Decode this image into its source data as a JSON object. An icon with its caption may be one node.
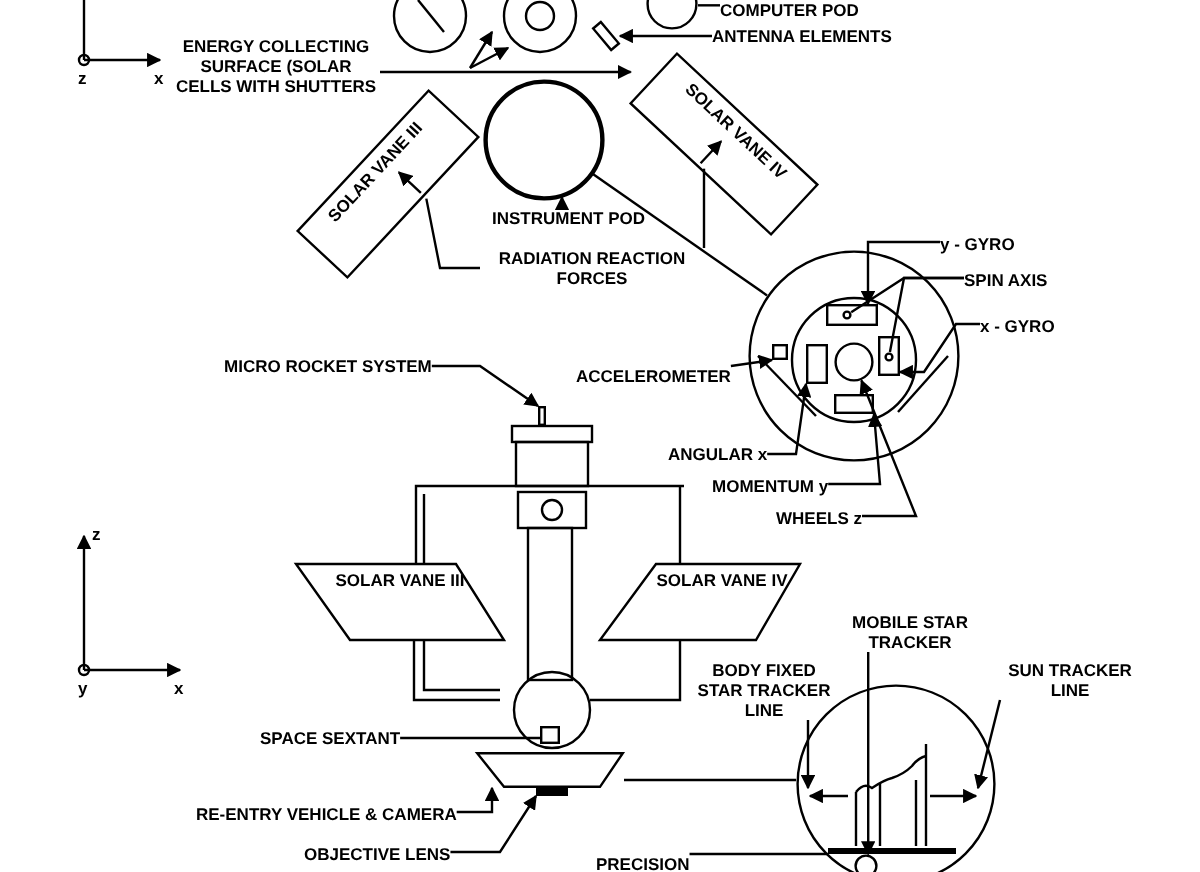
{
  "diagram": {
    "nodes": [
      {
        "text": [
          "COMPUTER POD"
        ]
      },
      {
        "text": [],
        "shape": "circle"
      },
      {
        "text": [
          "ANTENNA ELEMENTS"
        ]
      },
      {
        "text": [],
        "shape": "bar"
      },
      {
        "text": [
          "ENERGY COLLECTING SURFACE (SOLAR CELLS WITH SHUTTERS"
        ]
      },
      {
        "text": [
          "SOLAR VANE III"
        ]
      },
      {
        "text": [],
        "shape": "arrow",
        "in": 5
      },
      {
        "text": [
          "SOLAR VANE IV"
        ]
      },
      {
        "text": [],
        "shape": "arrow",
        "in": 7
      },
      {
        "text": [
          "INSTRUMENT POD"
        ]
      },
      {
        "text": [],
        "shape": "circle"
      },
      {
        "text": [
          "RADIATION REACTION FORCES"
        ]
      },
      {
        "text": [
          "y - GYRO"
        ]
      },
      {
        "text": [
          "SPIN AXIS"
        ]
      },
      {
        "text": [
          "x - GYRO"
        ]
      },
      {
        "text": [],
        "shape": "circle"
      },
      {
        "text": [],
        "shape": "box",
        "in": 15
      },
      {
        "text": [],
        "shape": "circle",
        "in": 16
      },
      {
        "text": [],
        "shape": "box",
        "in": 15
      },
      {
        "text": [],
        "shape": "circle",
        "in": 18
      },
      {
        "text": [
          "ACCELEROMETER"
        ]
      },
      {
        "text": [],
        "shape": "box",
        "in": 15
      },
      {
        "text": [
          "ANGULAR x"
        ]
      },
      {
        "text": [
          "MOMENTUM y"
        ]
      },
      {
        "text": [
          "WHEELS z"
        ]
      },
      {
        "text": [],
        "shape": "box",
        "in": 15
      },
      {
        "text": [],
        "shape": "box",
        "in": 15
      },
      {
        "text": [],
        "shape": "circle",
        "in": 15
      },
      {
        "text": [
          "MICRO ROCKET SYSTEM"
        ]
      },
      {
        "text": [],
        "shape": "box"
      },
      {
        "text": [
          "SOLAR VANE III"
        ]
      },
      {
        "text": [
          "SOLAR VANE IV"
        ]
      },
      {
        "text": [
          "SPACE SEXTANT"
        ]
      },
      {
        "text": [],
        "shape": "box"
      },
      {
        "text": [
          "RE-ENTRY VEHICLE & CAMERA"
        ]
      },
      {
        "text": [],
        "shape": "trapezoid"
      },
      {
        "text": [
          "OBJECTIVE LENS"
        ]
      },
      {
        "text": [],
        "shape": "bar"
      },
      {
        "text": [
          "BODY FIXED STAR TRACKER LINE"
        ]
      },
      {
        "text": [
          "MOBILE STAR TRACKER"
        ]
      },
      {
        "text": [
          "SUN TRACKER LINE"
        ]
      },
      {
        "text": [],
        "shape": "circle"
      },
      {
        "text": [],
        "shape": "arrow",
        "in": 41
      },
      {
        "text": [],
        "shape": "arrow",
        "in": 41
      },
      {
        "text": [],
        "shape": "circle",
        "in": 41
      },
      {
        "text": [
          "PRECISION"
        ]
      },
      {
        "text": [],
        "shape": "bar",
        "in": 41
      }
    ],
    "edges": [
      {
        "from": 0,
        "to": 1,
        "arrow": "none"
      },
      {
        "from": 2,
        "to": 3,
        "arrow": "to"
      },
      {
        "from": 4,
        "to": 7,
        "arrow": "to"
      },
      {
        "from": 9,
        "to": 10,
        "arrow": "to"
      },
      {
        "from": 11,
        "to": 6,
        "arrow": "none"
      },
      {
        "from": 11,
        "to": 8,
        "arrow": "none"
      },
      {
        "from": 12,
        "to": 16,
        "arrow": "to"
      },
      {
        "from": 13,
        "to": 17,
        "arrow": "none"
      },
      {
        "from": 13,
        "to": 19,
        "arrow": "none"
      },
      {
        "from": 14,
        "to": 18,
        "arrow": "to"
      },
      {
        "from": 20,
        "to": 21,
        "arrow": "to"
      },
      {
        "from": 22,
        "to": 25,
        "arrow": "to"
      },
      {
        "from": 23,
        "to": 26,
        "arrow": "to"
      },
      {
        "from": 24,
        "to": 27,
        "arrow": "to"
      },
      {
        "from": 28,
        "to": 29,
        "arrow": "to"
      },
      {
        "from": 32,
        "to": 33,
        "arrow": "none"
      },
      {
        "from": 34,
        "to": 35,
        "arrow": "to"
      },
      {
        "from": 36,
        "to": 37,
        "arrow": "to"
      },
      {
        "from": 38,
        "to": 42,
        "arrow": "to"
      },
      {
        "from": 39,
        "to": 44,
        "arrow": "to"
      },
      {
        "from": 40,
        "to": 43,
        "arrow": "to"
      },
      {
        "from": 45,
        "to": 46,
        "arrow": "none"
      },
      {
        "from": 10,
        "to": 15,
        "arrow": "none"
      },
      {
        "from": 35,
        "to": 41,
        "arrow": "none"
      }
    ],
    "labels": [
      "z",
      "x",
      "z",
      "y",
      "x"
    ]
  }
}
